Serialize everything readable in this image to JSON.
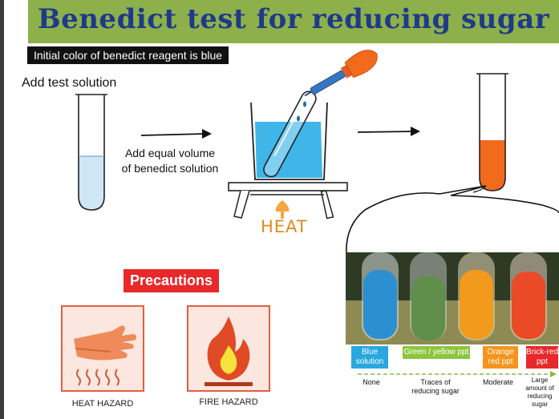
{
  "title": "Benedict test for reducing sugar",
  "initial_note": "Initial color of benedict reagent is blue",
  "step_add_test": "Add test solution",
  "step_add_equal": "Add equal volume of benedict solution",
  "heat_label": "HEAT",
  "precautions_label": "Precautions",
  "hazards": [
    {
      "label": "HEAT HAZARD",
      "icon": "hand-heat-icon"
    },
    {
      "label": "FIRE HAZARD",
      "icon": "flame-icon"
    }
  ],
  "results": [
    {
      "color_label": "Blue solution",
      "amount": "None",
      "bg": "#2aa7e0",
      "text_color": "#ffffff"
    },
    {
      "color_label": "Green / yellow ppt",
      "amount": "Traces of reducing sugar",
      "bg": "#8cc63f",
      "text_color": "#ffffff"
    },
    {
      "color_label": "Orange red ppt",
      "amount": "Moderate",
      "bg": "#f7941d",
      "text_color": "#ffffff"
    },
    {
      "color_label": "Brick-red ppt",
      "amount": "Large amount of reducing sugar",
      "bg": "#e8282a",
      "text_color": "#ffffff"
    }
  ],
  "colors": {
    "title_bg": "#8db04a",
    "title_text": "#1f3a8a",
    "reagent_blue": "#3fb5e8",
    "precipitate_orange": "#f26b1d",
    "precautions_bg": "#e8282a",
    "heat_orange": "#e08a1e"
  }
}
